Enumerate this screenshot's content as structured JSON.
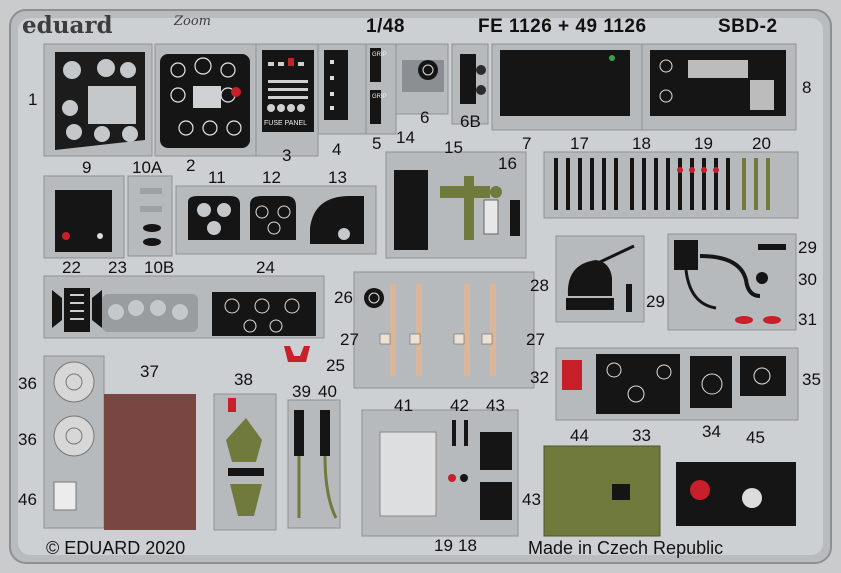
{
  "header": {
    "brand": "eduard",
    "brand_sub": "Zoom",
    "scale": "1/48",
    "catalog": "FE 1126 + 49 1126",
    "model": "SBD-2"
  },
  "footer": {
    "copyright": "© EDUARD 2020",
    "origin": "Made in Czech Republic"
  },
  "parts": {
    "p1": "1",
    "p2": "2",
    "p3": "3",
    "p4": "4",
    "p5": "5",
    "p6": "6",
    "p6b": "6B",
    "p7": "7",
    "p8": "8",
    "p9": "9",
    "p10a": "10A",
    "p10b": "10B",
    "p11": "11",
    "p12": "12",
    "p13": "13",
    "p14": "14",
    "p15": "15",
    "p16": "16",
    "p17": "17",
    "p18": "18",
    "p19": "19",
    "p20": "20",
    "p22": "22",
    "p23": "23",
    "p24": "24",
    "p25": "25",
    "p26": "26",
    "p27a": "27",
    "p27b": "27",
    "p28": "28",
    "p29a": "29",
    "p29b": "29",
    "p30": "30",
    "p31": "31",
    "p32": "32",
    "p33": "33",
    "p34": "34",
    "p35": "35",
    "p36a": "36",
    "p36b": "36",
    "p37": "37",
    "p38": "38",
    "p39": "39",
    "p40": "40",
    "p41": "41",
    "p42": "42",
    "p43a": "43",
    "p43b": "43",
    "p44": "44",
    "p45": "45",
    "p46": "46",
    "p19b": "19",
    "p18b": "18"
  },
  "panel_text": {
    "fuse_panel": "FUSE PANEL",
    "grip1": "GRIP",
    "grip2": "GRIP"
  },
  "colors": {
    "fret": "#c9cbcd",
    "frame": "#b9bcbf",
    "panel_black": "#151515",
    "olive": "#6f7a3c",
    "red_brown": "#7a4641",
    "red": "#c8202a",
    "tan": "#d9b79a"
  }
}
